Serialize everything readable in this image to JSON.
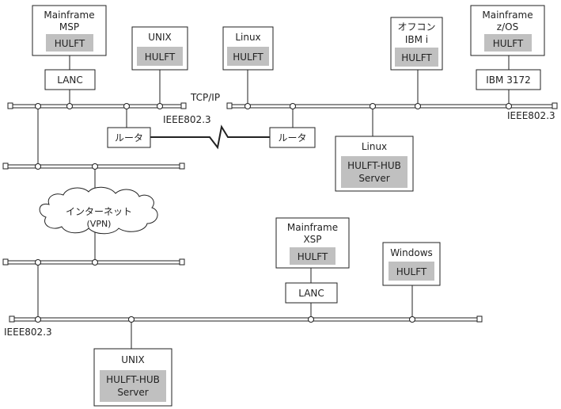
{
  "nodes": {
    "mainframe_msp": {
      "title": [
        "Mainframe",
        "MSP"
      ],
      "product": "HULFT"
    },
    "unix_top": {
      "title": [
        "UNIX"
      ],
      "product": "HULFT"
    },
    "linux_top": {
      "title": [
        "Linux"
      ],
      "product": "HULFT"
    },
    "office_ibmi": {
      "title": [
        "オフコン",
        "IBM i"
      ],
      "product": "HULFT"
    },
    "mainframe_zos": {
      "title": [
        "Mainframe",
        "z/OS"
      ],
      "product": "HULFT"
    },
    "linux_hub": {
      "title": [
        "Linux"
      ],
      "product": [
        "HULFT-HUB",
        "Server"
      ]
    },
    "mainframe_xsp": {
      "title": [
        "Mainframe",
        "XSP"
      ],
      "product": "HULFT"
    },
    "windows": {
      "title": [
        "Windows"
      ],
      "product": "HULFT"
    },
    "unix_hub": {
      "title": [
        "UNIX"
      ],
      "product": [
        "HULFT-HUB",
        "Server"
      ]
    }
  },
  "adapters": {
    "lanc_msp": "LANC",
    "ibm3172": "IBM 3172",
    "lanc_xsp": "LANC"
  },
  "routers": {
    "left": "ルータ",
    "right": "ルータ"
  },
  "cloud": {
    "line1": "インターネット",
    "line2": "(VPN)"
  },
  "labels": {
    "tcpip": "TCP/IP",
    "ieee_top_left": "IEEE802.3",
    "ieee_top_right": "IEEE802.3",
    "ieee_bottom": "IEEE802.3"
  }
}
